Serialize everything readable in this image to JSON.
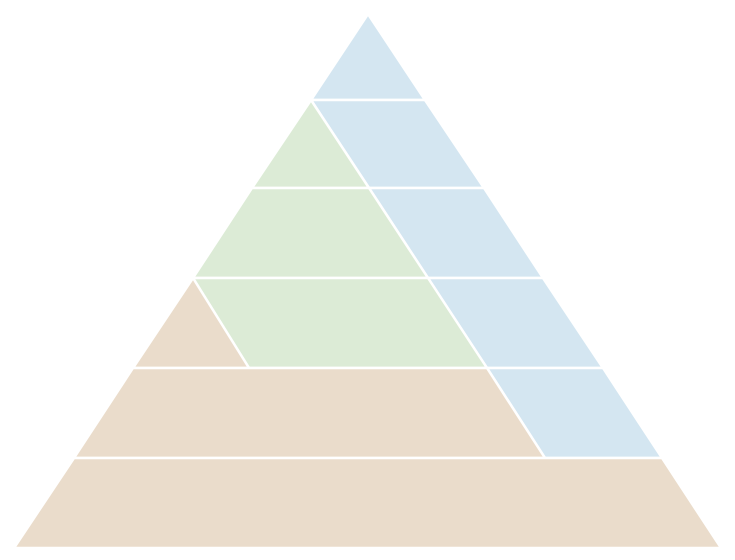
{
  "diagram": {
    "type": "layered-pyramid",
    "layers": 6,
    "colors": {
      "blue": "#d4e6f1",
      "green": "#dcebd6",
      "tan": "#eadccb",
      "divider": "#ffffff",
      "background": "#ffffff"
    },
    "regions": [
      {
        "id": "blue-band",
        "color_key": "blue"
      },
      {
        "id": "green-band",
        "color_key": "green"
      },
      {
        "id": "tan-band",
        "color_key": "tan"
      }
    ]
  }
}
